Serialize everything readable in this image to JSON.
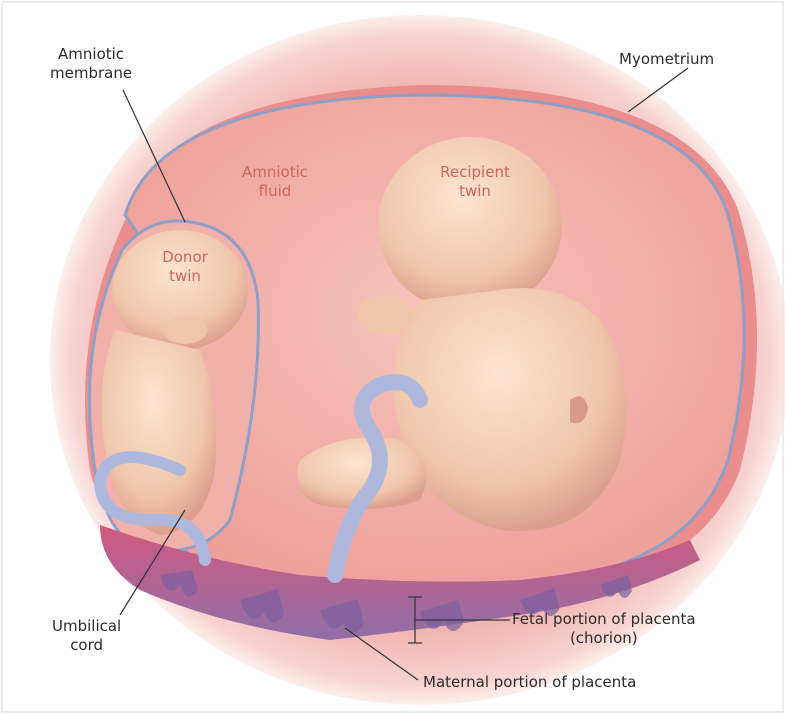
{
  "labels": {
    "amniotic_membrane": [
      "Amniotic",
      "membrane"
    ],
    "myometrium": "Myometrium",
    "amniotic_fluid": [
      "Amniotic",
      "fluid"
    ],
    "recipient_twin": [
      "Recipient",
      "twin"
    ],
    "donor_twin": [
      "Donor",
      "twin"
    ],
    "umbilical_cord": [
      "Umbilical",
      "cord"
    ],
    "fetal_placenta": [
      "Fetal portion of placenta",
      "(chorion)"
    ],
    "maternal_placenta": "Maternal portion of placenta"
  },
  "colors": {
    "outer_glow": "#f6c9c6",
    "uterine_wall": "#e98d8e",
    "amniotic_fluid": "#f1a7a2",
    "membrane": "#8f9fc6",
    "fetus_skin": "#f5d0b6",
    "cord": "#aeb8dc",
    "placenta": "#b8456b",
    "label_text": "#2b2b2b",
    "inner_label_text": "#c9685a"
  }
}
